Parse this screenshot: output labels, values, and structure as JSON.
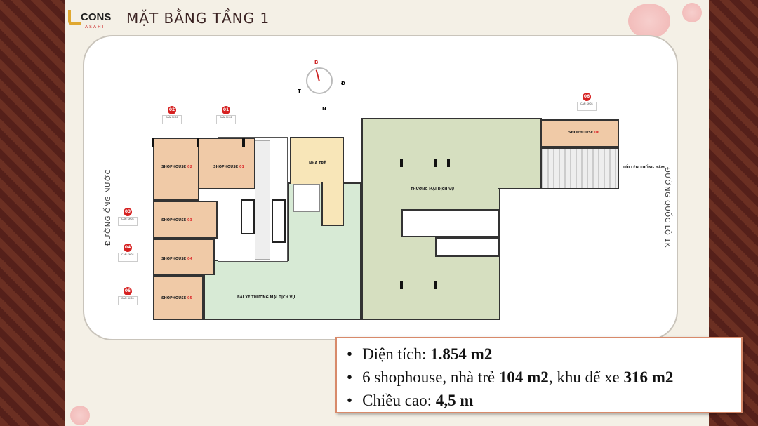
{
  "header": {
    "logo_text": "CONS",
    "logo_subtext": "ASAHI",
    "title": "MẶT BẰNG TẦNG 1"
  },
  "compass": {
    "north": "B",
    "east": "Đ",
    "west": "T",
    "south": "N"
  },
  "streets": {
    "left": "ĐƯỜNG ỐNG NƯỚC",
    "right": "ĐƯỜNG QUỐC LỘ 1K"
  },
  "units": [
    {
      "marker": "02",
      "table": "CĂN SH01",
      "name": "SHOPHOUSE",
      "num": "02"
    },
    {
      "marker": "01",
      "table": "CĂN SH01",
      "name": "SHOPHOUSE",
      "num": "01"
    },
    {
      "marker": "03",
      "table": "CĂN SH01",
      "name": "SHOPHOUSE",
      "num": "03"
    },
    {
      "marker": "04",
      "table": "CĂN SH01",
      "name": "SHOPHOUSE",
      "num": "04"
    },
    {
      "marker": "05",
      "table": "CĂN SH01",
      "name": "SHOPHOUSE",
      "num": "05"
    },
    {
      "marker": "06",
      "table": "CĂN SH01",
      "name": "SHOPHOUSE",
      "num": "06"
    }
  ],
  "areas": {
    "nursery": "NHÀ TRẺ",
    "commercial": "THƯƠNG MẠI DỊCH VỤ",
    "parking": "BÃI XE THƯƠNG MẠI DỊCH VỤ",
    "ramp": "LỐI LÊN XUỐNG HẦM"
  },
  "info": {
    "b1_text": "Diện tích: ",
    "b1_bold": "1.854 m2",
    "b2_text1": "6 shophouse, nhà trẻ ",
    "b2_bold1": "104 m2",
    "b2_text2": ", khu để xe ",
    "b2_bold2": "316 m2",
    "b3_text": "Chiều cao: ",
    "b3_bold": "4,5 m"
  },
  "colors": {
    "shophouse": "#f0caa7",
    "nursery": "#f8e6b8",
    "parking": "#d7ead5",
    "commercial": "#d6dfc0",
    "accent": "#d62020"
  }
}
